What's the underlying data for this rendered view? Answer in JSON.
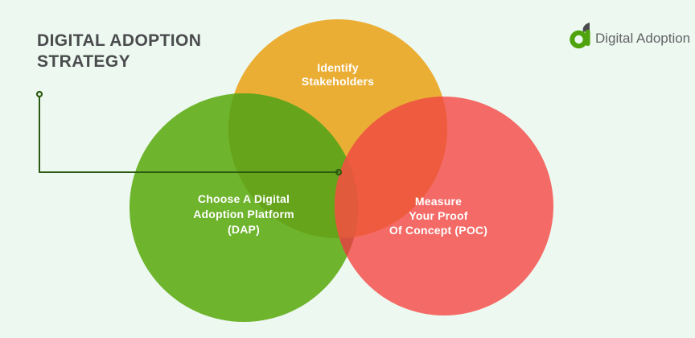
{
  "page": {
    "background_color": "#EDF8F1"
  },
  "header": {
    "title": "DIGITAL ADOPTION STRATEGY",
    "title_color": "#4A4B4D"
  },
  "logo": {
    "text": "Digital Adoption",
    "text_color": "#636466",
    "icon": "digital-adoption-a-leaf-icon",
    "icon_green": "#4FA30C",
    "icon_leaf_color": "#4B4B4D"
  },
  "connector": {
    "color": "#2B5B10",
    "from": "title",
    "to": "venn-center"
  },
  "venn": {
    "label_color": "#FFFFFF",
    "sets": {
      "top": {
        "label": "Identify\nStakeholders"
      },
      "left": {
        "label": "Choose A Digital\nAdoption Platform\n(DAP)"
      },
      "right": {
        "label": "Measure\nYour Proof\nOf Concept (POC)"
      }
    },
    "colors": {
      "top": "#EBAE35",
      "left": "#6EB42D",
      "right": "#F46A66",
      "top_left_overlap": "#66A51B",
      "top_right_overlap": "#EE5B3E",
      "left_right_overlap": "#D4513E",
      "center_overlap": "#E25A3C"
    }
  }
}
